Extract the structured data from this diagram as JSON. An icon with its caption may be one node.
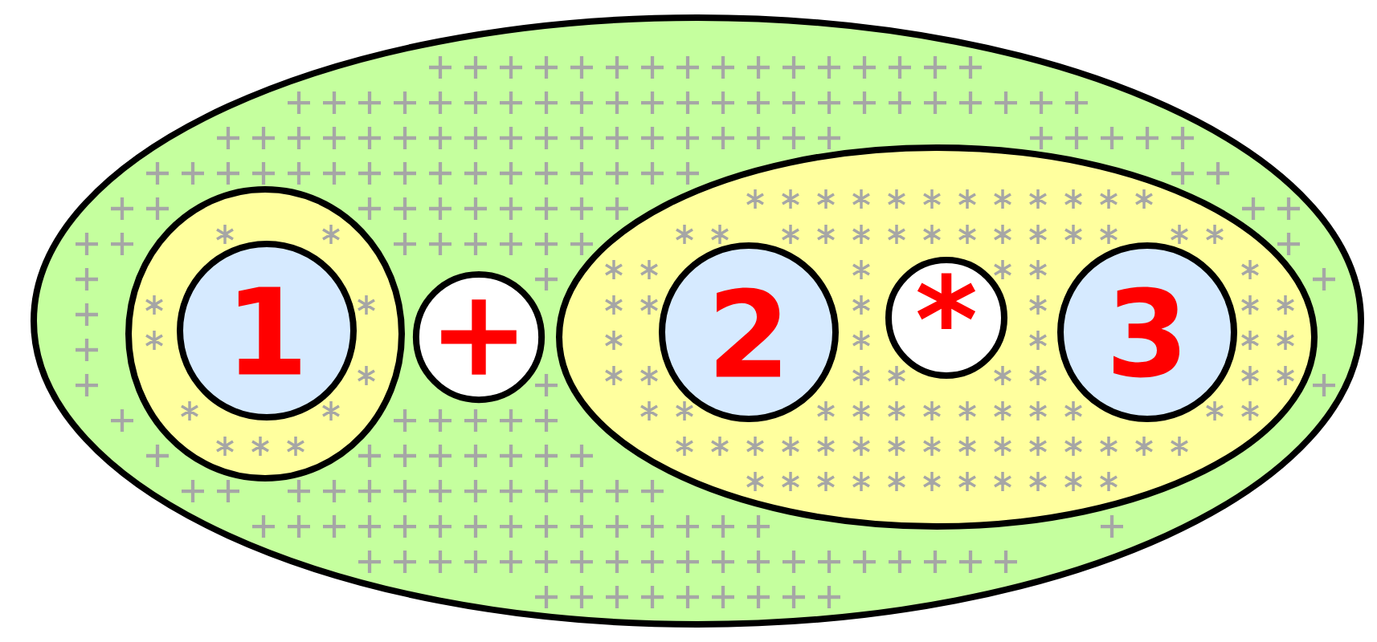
{
  "diagram": {
    "nodes": [
      {
        "text": [],
        "shape": "ellipse"
      },
      {
        "text": [],
        "shape": "ellipse",
        "in": 0
      },
      {
        "text": [
          "1"
        ],
        "in": 1
      },
      {
        "text": [
          "+"
        ],
        "in": 0
      },
      {
        "text": [],
        "shape": "ellipse",
        "in": 0
      },
      {
        "text": [
          "2"
        ],
        "in": 4
      },
      {
        "text": [
          "*"
        ],
        "in": 4
      },
      {
        "text": [
          "3"
        ],
        "in": 4
      }
    ]
  }
}
